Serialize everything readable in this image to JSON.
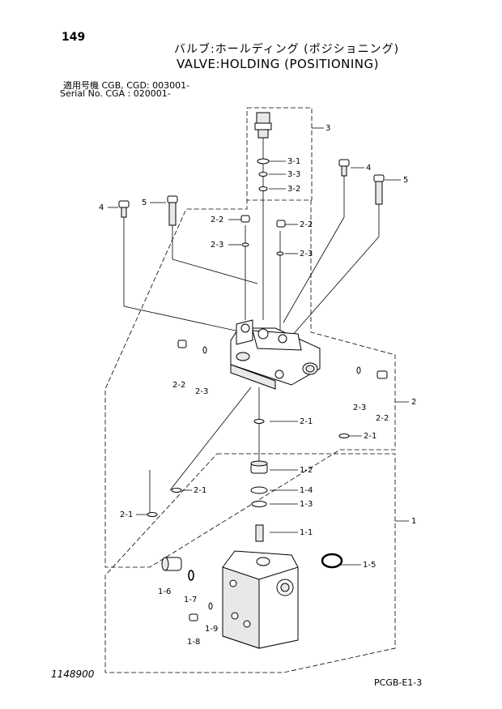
{
  "header": {
    "page_number": "149",
    "title_jp": "バルブ:ホールディング (ポジショニング)",
    "title_en": "VALVE:HOLDING (POSITIONING)",
    "serial_line1": "適用号機 CGB, CGD: 003001-",
    "serial_line2": "Serial No. CGA     : 020001-"
  },
  "footer": {
    "drawing_number": "1148900",
    "page_code": "PCGB-E1-3"
  },
  "callouts": {
    "c3": "3",
    "c3_1": "3-1",
    "c3_3": "3-3",
    "c3_2": "3-2",
    "c4_left": "4",
    "c5_left": "5",
    "c4_right": "4",
    "c5_right": "5",
    "c2_2_a": "2-2",
    "c2_3_a": "2-3",
    "c2_2_b": "2-2",
    "c2_3_b": "2-3",
    "c2_2_c": "2-2",
    "c2_3_c": "2-3",
    "c2_3_d": "2-3",
    "c2_2_d": "2-2",
    "c2": "2",
    "c2_1_a": "2-1",
    "c2_1_b": "2-1",
    "c2_1_c": "2-1",
    "c2_1_d": "2-1",
    "c1_2": "1-2",
    "c1_4": "1-4",
    "c1_3": "1-3",
    "c1_1": "1-1",
    "c1": "1",
    "c1_5": "1-5",
    "c1_6": "1-6",
    "c1_7": "1-7",
    "c1_8": "1-8",
    "c1_9": "1-9"
  }
}
